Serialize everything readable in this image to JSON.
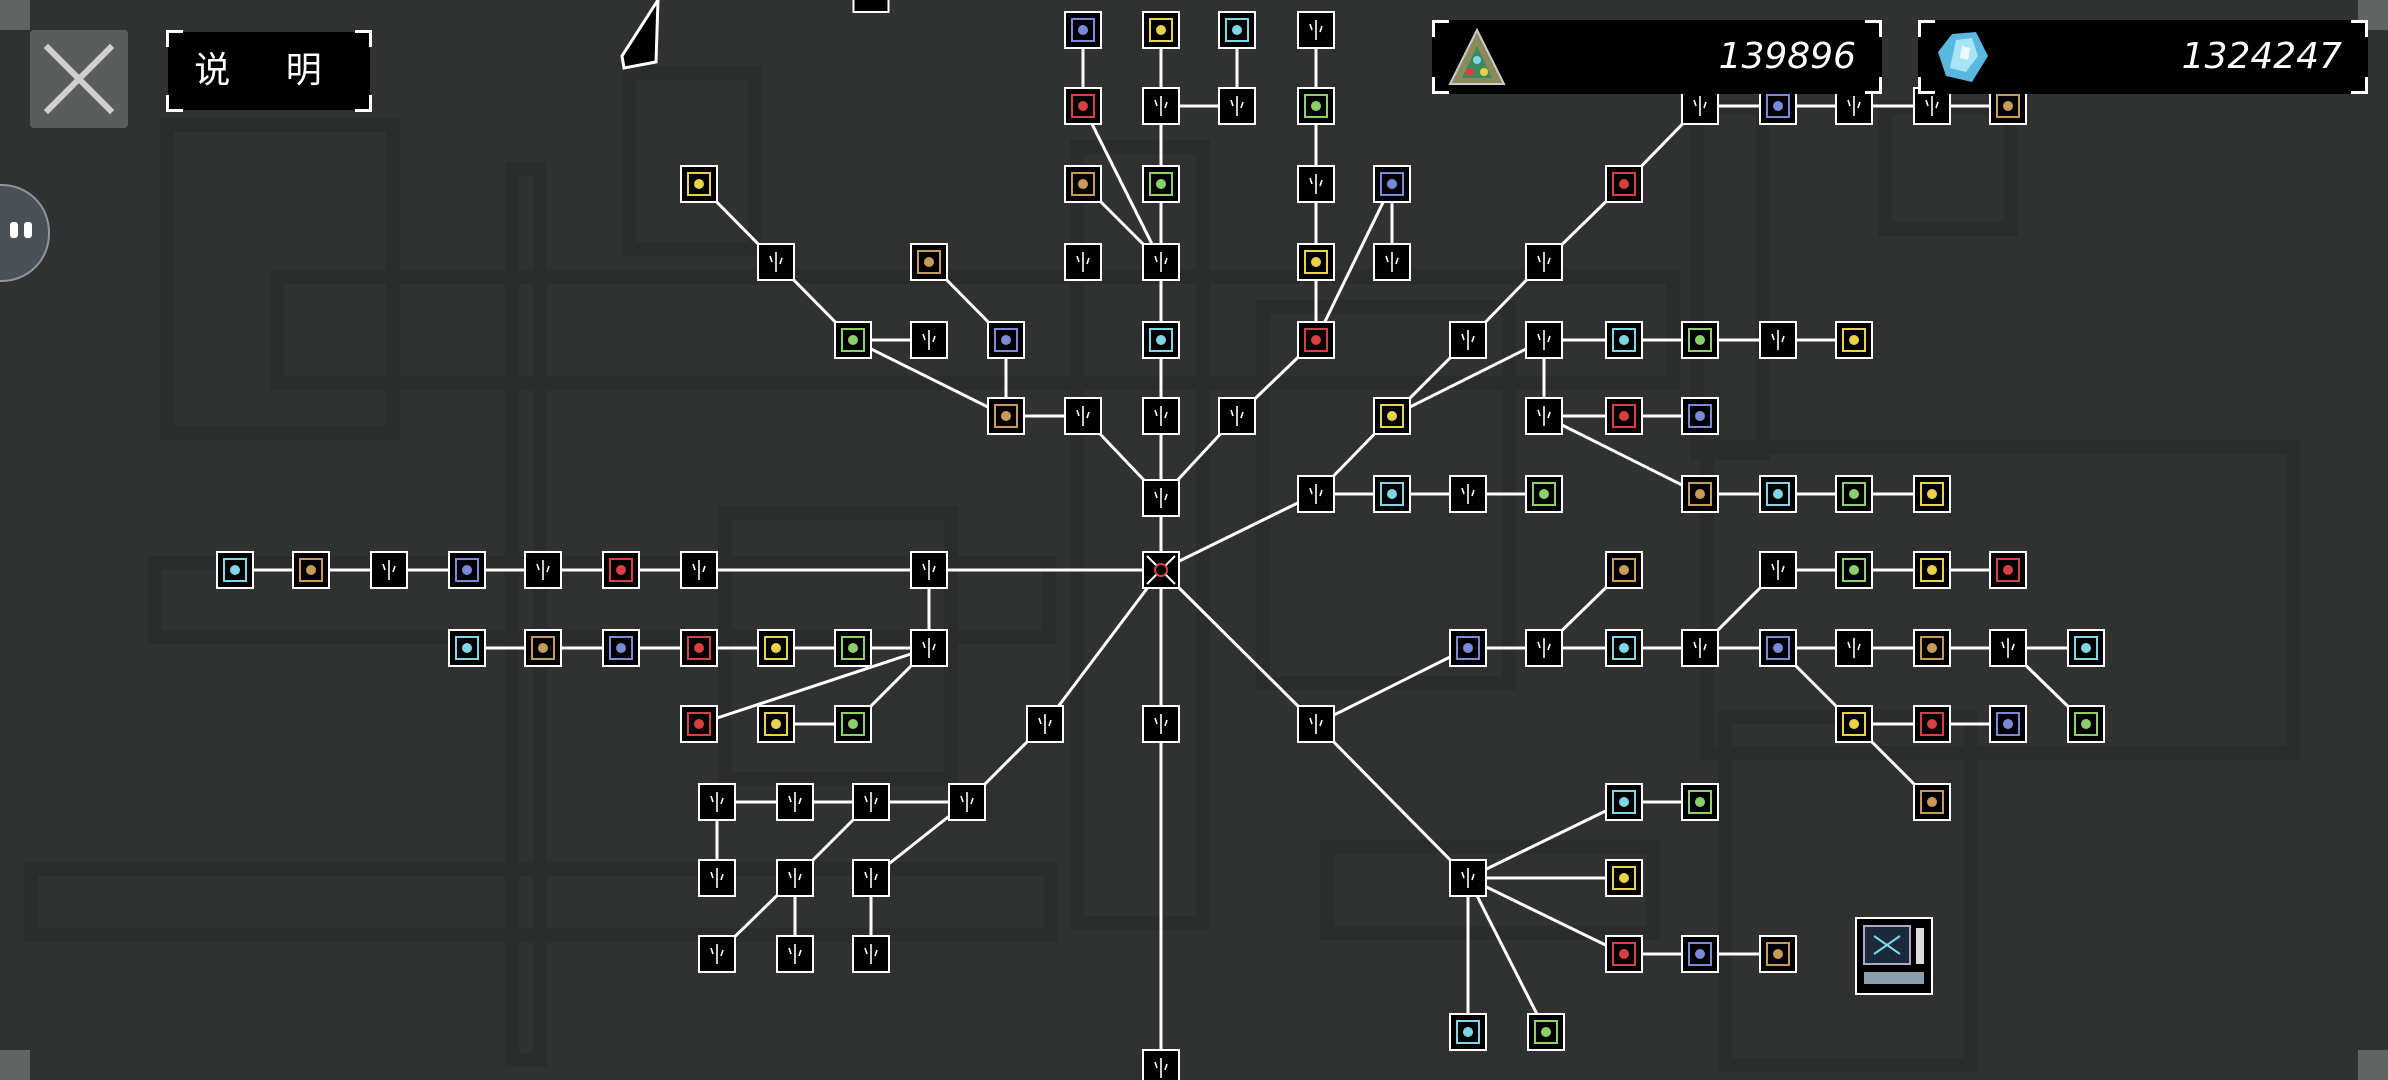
{
  "header": {
    "close_icon": "close-x-icon",
    "explain_label": "说 明"
  },
  "resources": [
    {
      "name": "triangle-crystal",
      "icon": "colored-triangle-icon",
      "value": "139896"
    },
    {
      "name": "blue-crystal",
      "icon": "blue-crystal-icon",
      "value": "1324247"
    }
  ],
  "colors": {
    "background": "#303131",
    "line": "#ffffff",
    "node_fill": "#000000",
    "accent_cyan": "#7fd6e8",
    "accent_green": "#8bd16a",
    "accent_yellow": "#e8d24a",
    "accent_red": "#d94040"
  },
  "tree": {
    "root": "center-root-node",
    "node_count": 130
  }
}
